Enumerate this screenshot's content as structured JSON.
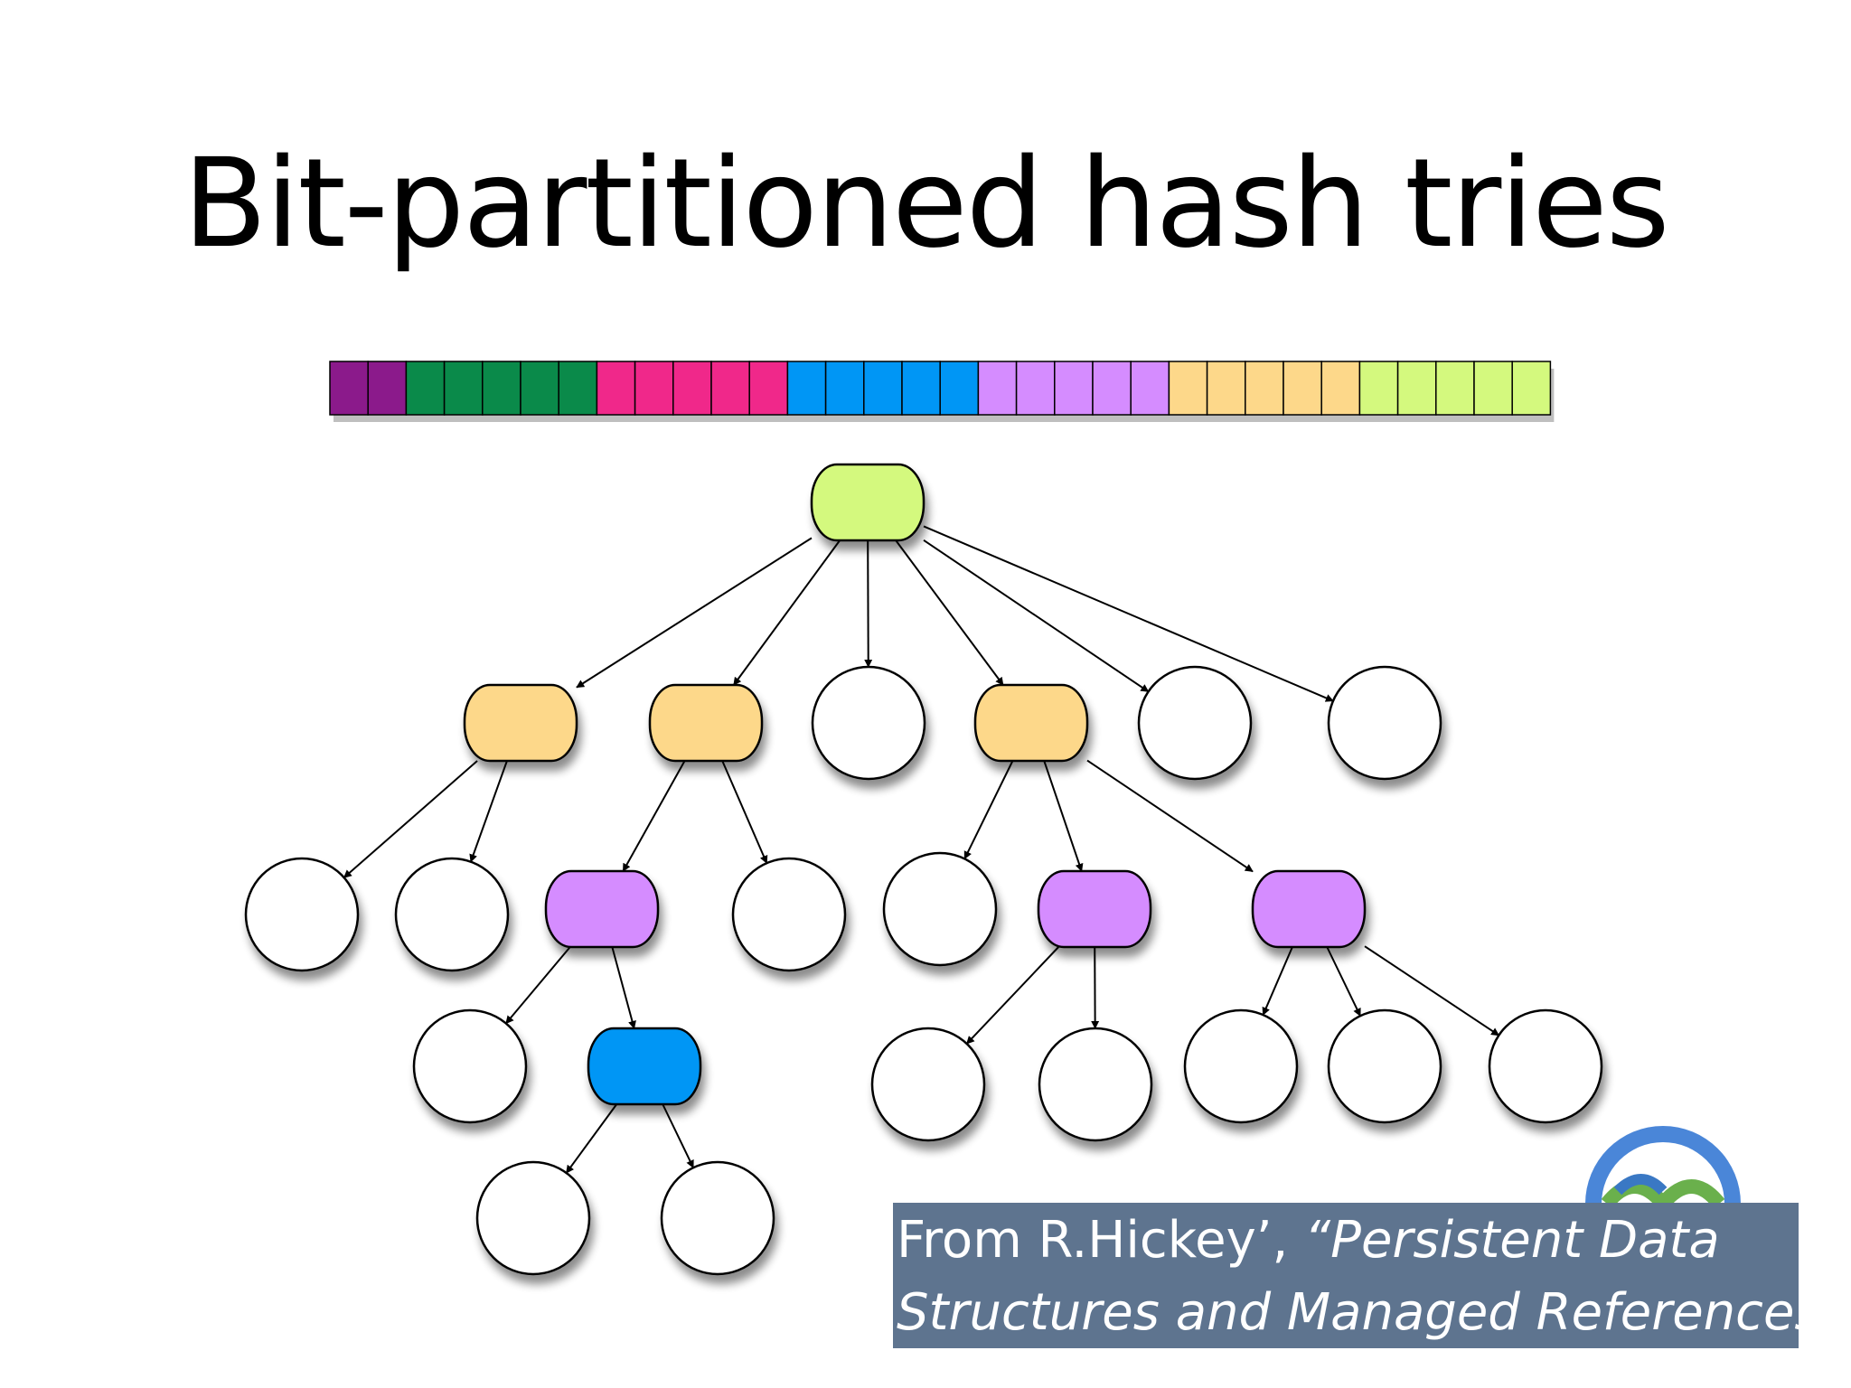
{
  "slide": {
    "title": "Bit-partitioned hash tries"
  },
  "colors": {
    "purple_dark": "#8b1a8b",
    "green": "#0a8a4a",
    "pink": "#f0288a",
    "blue": "#0096f5",
    "lavender": "#d58cff",
    "peach": "#fdd88a",
    "lime": "#d4f97e",
    "leaf": "#ffffff",
    "caption_bg": "#5e748f"
  },
  "bit_strip": [
    {
      "color": "purple_dark",
      "count": 2
    },
    {
      "color": "green",
      "count": 5
    },
    {
      "color": "pink",
      "count": 5
    },
    {
      "color": "blue",
      "count": 5
    },
    {
      "color": "lavender",
      "count": 5
    },
    {
      "color": "peach",
      "count": 5
    },
    {
      "color": "lime",
      "count": 5
    }
  ],
  "caption": {
    "line1_plain": "From R.Hickey’, ",
    "line1_italic": "“Persistent Data",
    "line2_italic": "Structures and Managed References”"
  }
}
